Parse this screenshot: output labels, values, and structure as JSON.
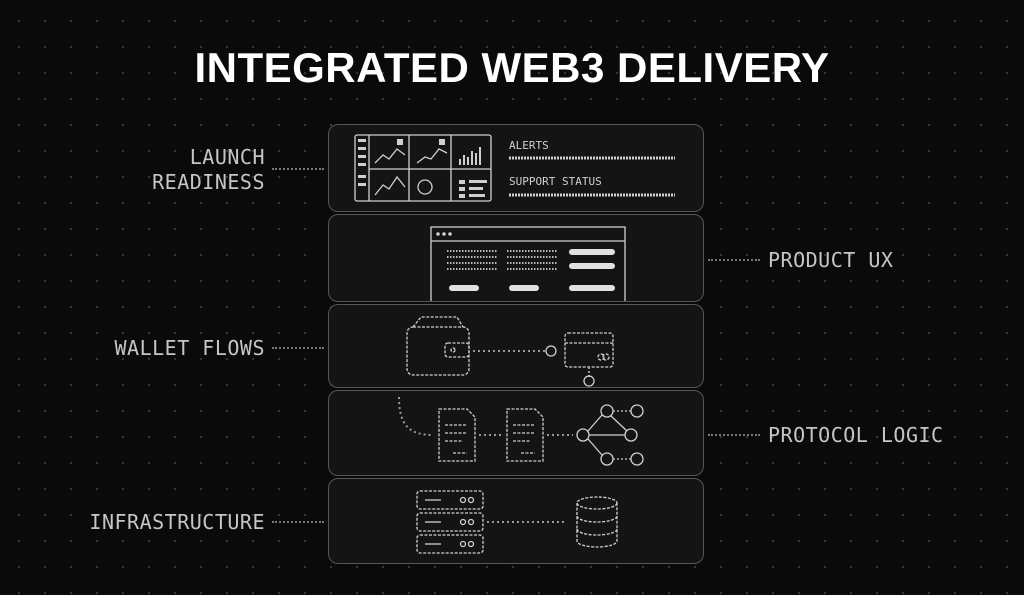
{
  "title": "INTEGRATED WEB3 DELIVERY",
  "layers": [
    {
      "id": "launch-readiness",
      "label": "LAUNCH\nREADINESS",
      "side": "left"
    },
    {
      "id": "product-ux",
      "label": "PRODUCT UX",
      "side": "right"
    },
    {
      "id": "wallet-flows",
      "label": "WALLET FLOWS",
      "side": "left"
    },
    {
      "id": "protocol-logic",
      "label": "PROTOCOL LOGIC",
      "side": "right"
    },
    {
      "id": "infrastructure",
      "label": "INFRASTRUCTURE",
      "side": "left"
    }
  ],
  "dashboard": {
    "alerts_label": "ALERTS",
    "support_label": "SUPPORT STATUS"
  },
  "colors": {
    "background": "#0a0a0a",
    "panel": "#141414",
    "panel_border": "#555555",
    "line": "#cfcfcf",
    "title": "#ffffff"
  },
  "icons": [
    "dashboard-icon",
    "browser-window-icon",
    "wallet-icon",
    "credit-card-icon",
    "document-icon",
    "node-graph-icon",
    "server-rack-icon",
    "database-icon"
  ]
}
